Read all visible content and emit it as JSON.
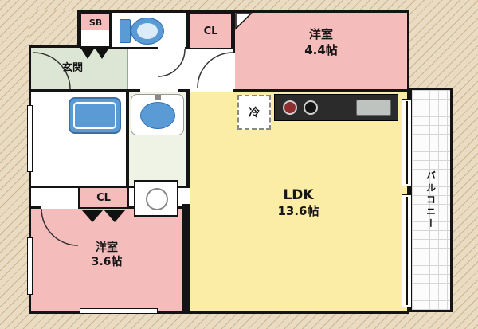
{
  "floorplan": {
    "rooms": {
      "western_4_4": {
        "name": "洋室",
        "size": "4.4帖"
      },
      "western_3_6": {
        "name": "洋室",
        "size": "3.6帖"
      },
      "ldk": {
        "name": "LDK",
        "size": "13.6帖"
      },
      "entrance": {
        "label": "玄関"
      },
      "balcony": {
        "label": "バルコニー"
      },
      "closet_top": {
        "label": "CL"
      },
      "closet_side": {
        "label": "CL"
      },
      "shoe_box": {
        "label": "SB"
      },
      "refrigerator": {
        "label": "冷"
      }
    },
    "colors": {
      "room_pink": "#f5bcbc",
      "ldk_yellow": "#fceda6",
      "wall": "#141414",
      "fixture_blue": "#5b9bd5",
      "site_hatch": "#eadcc2",
      "genkan_tile": "#dde5d4",
      "washroom_green": "#eef3e6"
    }
  }
}
